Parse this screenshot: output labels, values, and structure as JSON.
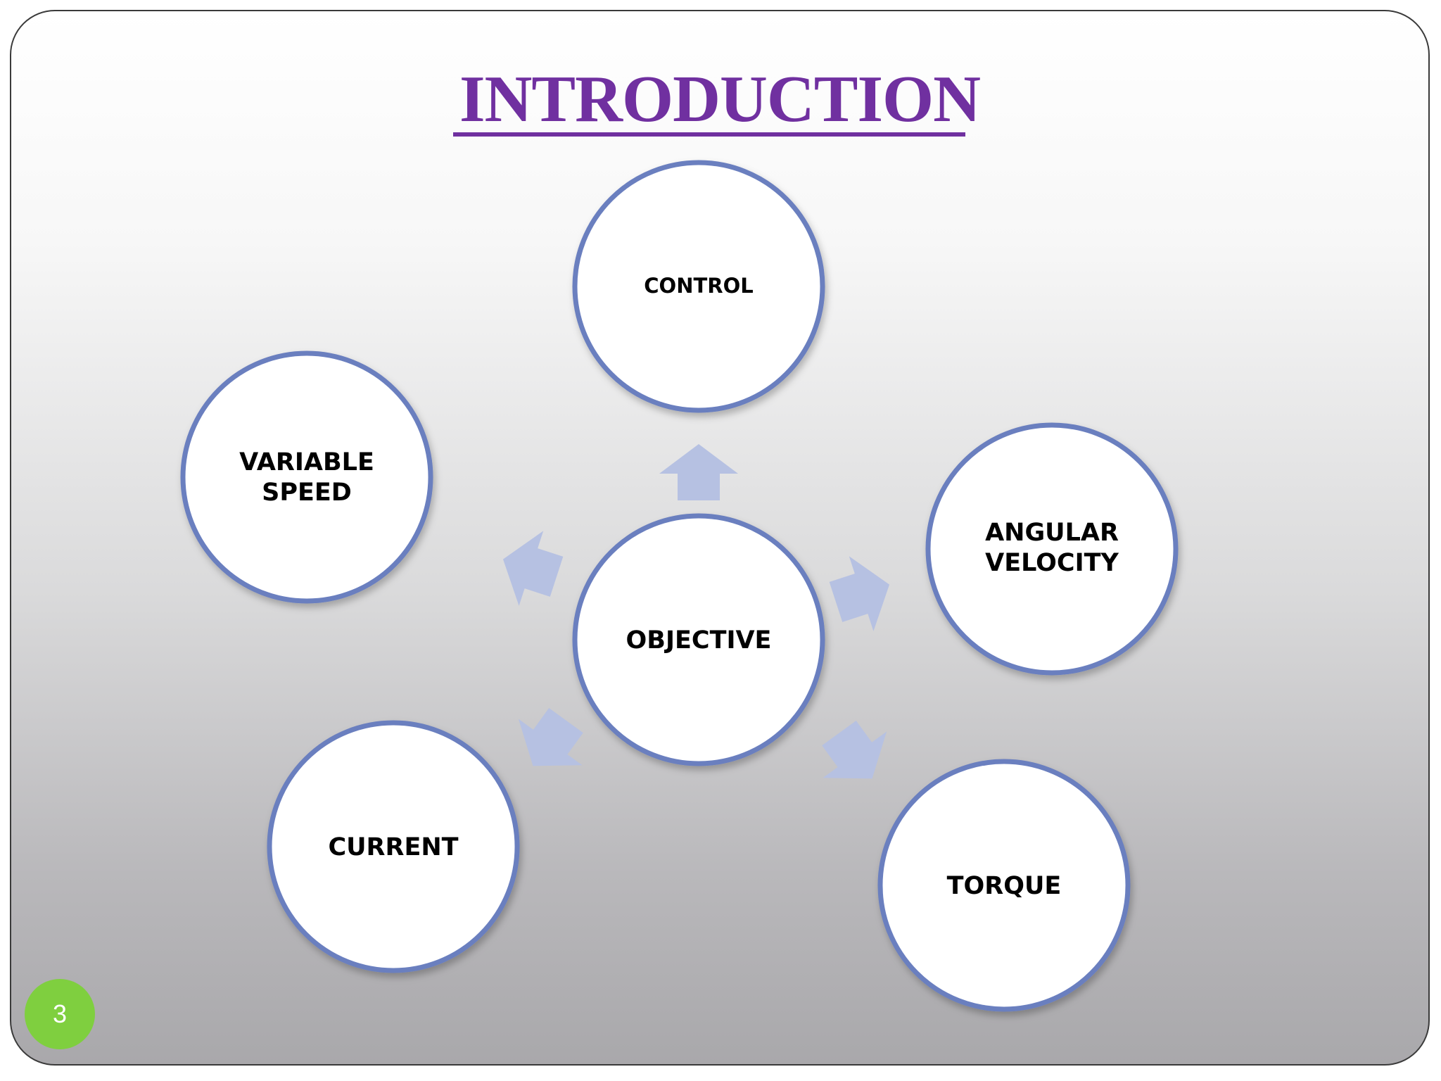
{
  "slide": {
    "title": "INTRODUCTION",
    "page_number": "3"
  },
  "colors": {
    "title": "#7030a0",
    "circle_border": "#6b7fbf",
    "arrow_fill": "#b6c1e2",
    "page_badge": "#7fcf3f"
  },
  "diagram": {
    "type": "radial-cycle",
    "center": {
      "label": "OBJECTIVE"
    },
    "nodes": [
      {
        "id": "control",
        "lines": [
          "CONTROL"
        ]
      },
      {
        "id": "angular-velocity",
        "lines": [
          "ANGULAR",
          "VELOCITY"
        ]
      },
      {
        "id": "torque",
        "lines": [
          "TORQUE"
        ]
      },
      {
        "id": "current",
        "lines": [
          "CURRENT"
        ]
      },
      {
        "id": "variable-speed",
        "lines": [
          "VARIABLE",
          "SPEED"
        ]
      }
    ],
    "arrows": [
      {
        "from": "OBJECTIVE",
        "to": "CONTROL",
        "icon": "arrow-up-icon"
      },
      {
        "from": "OBJECTIVE",
        "to": "ANGULAR VELOCITY",
        "icon": "arrow-right-icon"
      },
      {
        "from": "OBJECTIVE",
        "to": "TORQUE",
        "icon": "arrow-down-right-icon"
      },
      {
        "from": "OBJECTIVE",
        "to": "CURRENT",
        "icon": "arrow-down-left-icon"
      },
      {
        "from": "OBJECTIVE",
        "to": "VARIABLE SPEED",
        "icon": "arrow-up-left-icon"
      }
    ]
  }
}
